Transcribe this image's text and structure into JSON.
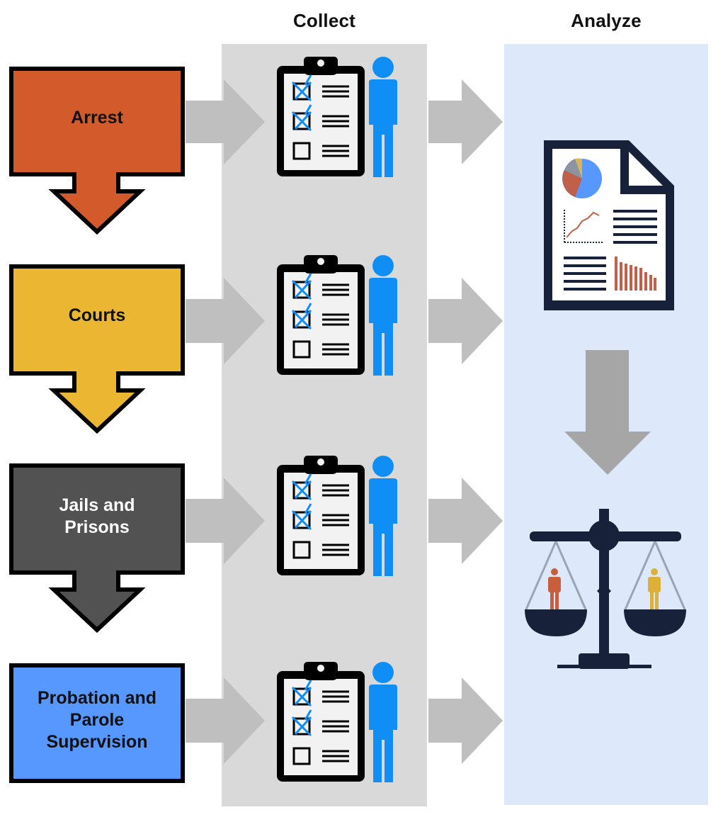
{
  "columns": {
    "collect": "Collect",
    "analyze": "Analyze"
  },
  "stages": [
    {
      "label": "Arrest",
      "color": "#d35a2a",
      "text_color": "#111111"
    },
    {
      "label": "Courts",
      "color": "#ebb733",
      "text_color": "#111111"
    },
    {
      "label": "Jails and Prisons",
      "color": "#525252",
      "text_color": "#ffffff"
    },
    {
      "label": "Probation and Parole Supervision",
      "color": "#5698ff",
      "text_color": "#111111"
    }
  ],
  "colors": {
    "collect_panel": "#d9d9d9",
    "analyze_panel": "#dde8fb",
    "arrow": "#bfbfbf",
    "analyze_arrow": "#a6a6a6",
    "person": "#0f8ff5",
    "checkmark": "#0f8ff5",
    "navy": "#17223a",
    "chart_red": "#c0604a",
    "figure_left": "#c95e3c",
    "figure_right": "#ddb03a"
  },
  "icons": {
    "collect": [
      "clipboard-checklist-icon",
      "person-icon"
    ],
    "analyze": [
      "report-document-icon",
      "balance-scale-icon"
    ]
  }
}
